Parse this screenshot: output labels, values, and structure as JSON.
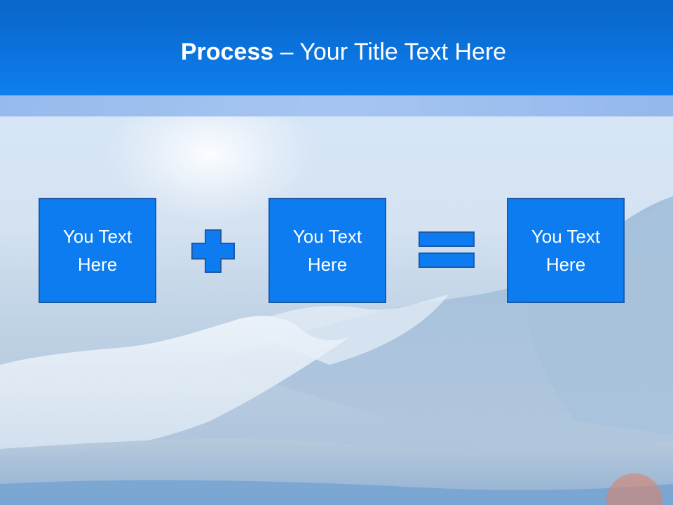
{
  "title": {
    "bold": "Process",
    "separator": " – ",
    "rest": "Your Title Text Here"
  },
  "process": {
    "boxes": [
      {
        "text": "You Text\nHere"
      },
      {
        "text": "You Text\nHere"
      },
      {
        "text": "You Text\nHere"
      }
    ],
    "operators": [
      "plus-icon",
      "equals-icon"
    ]
  },
  "colors": {
    "header": "#0b73dd",
    "box_fill": "#0c7cf0",
    "box_border": "#1c5aa8"
  }
}
